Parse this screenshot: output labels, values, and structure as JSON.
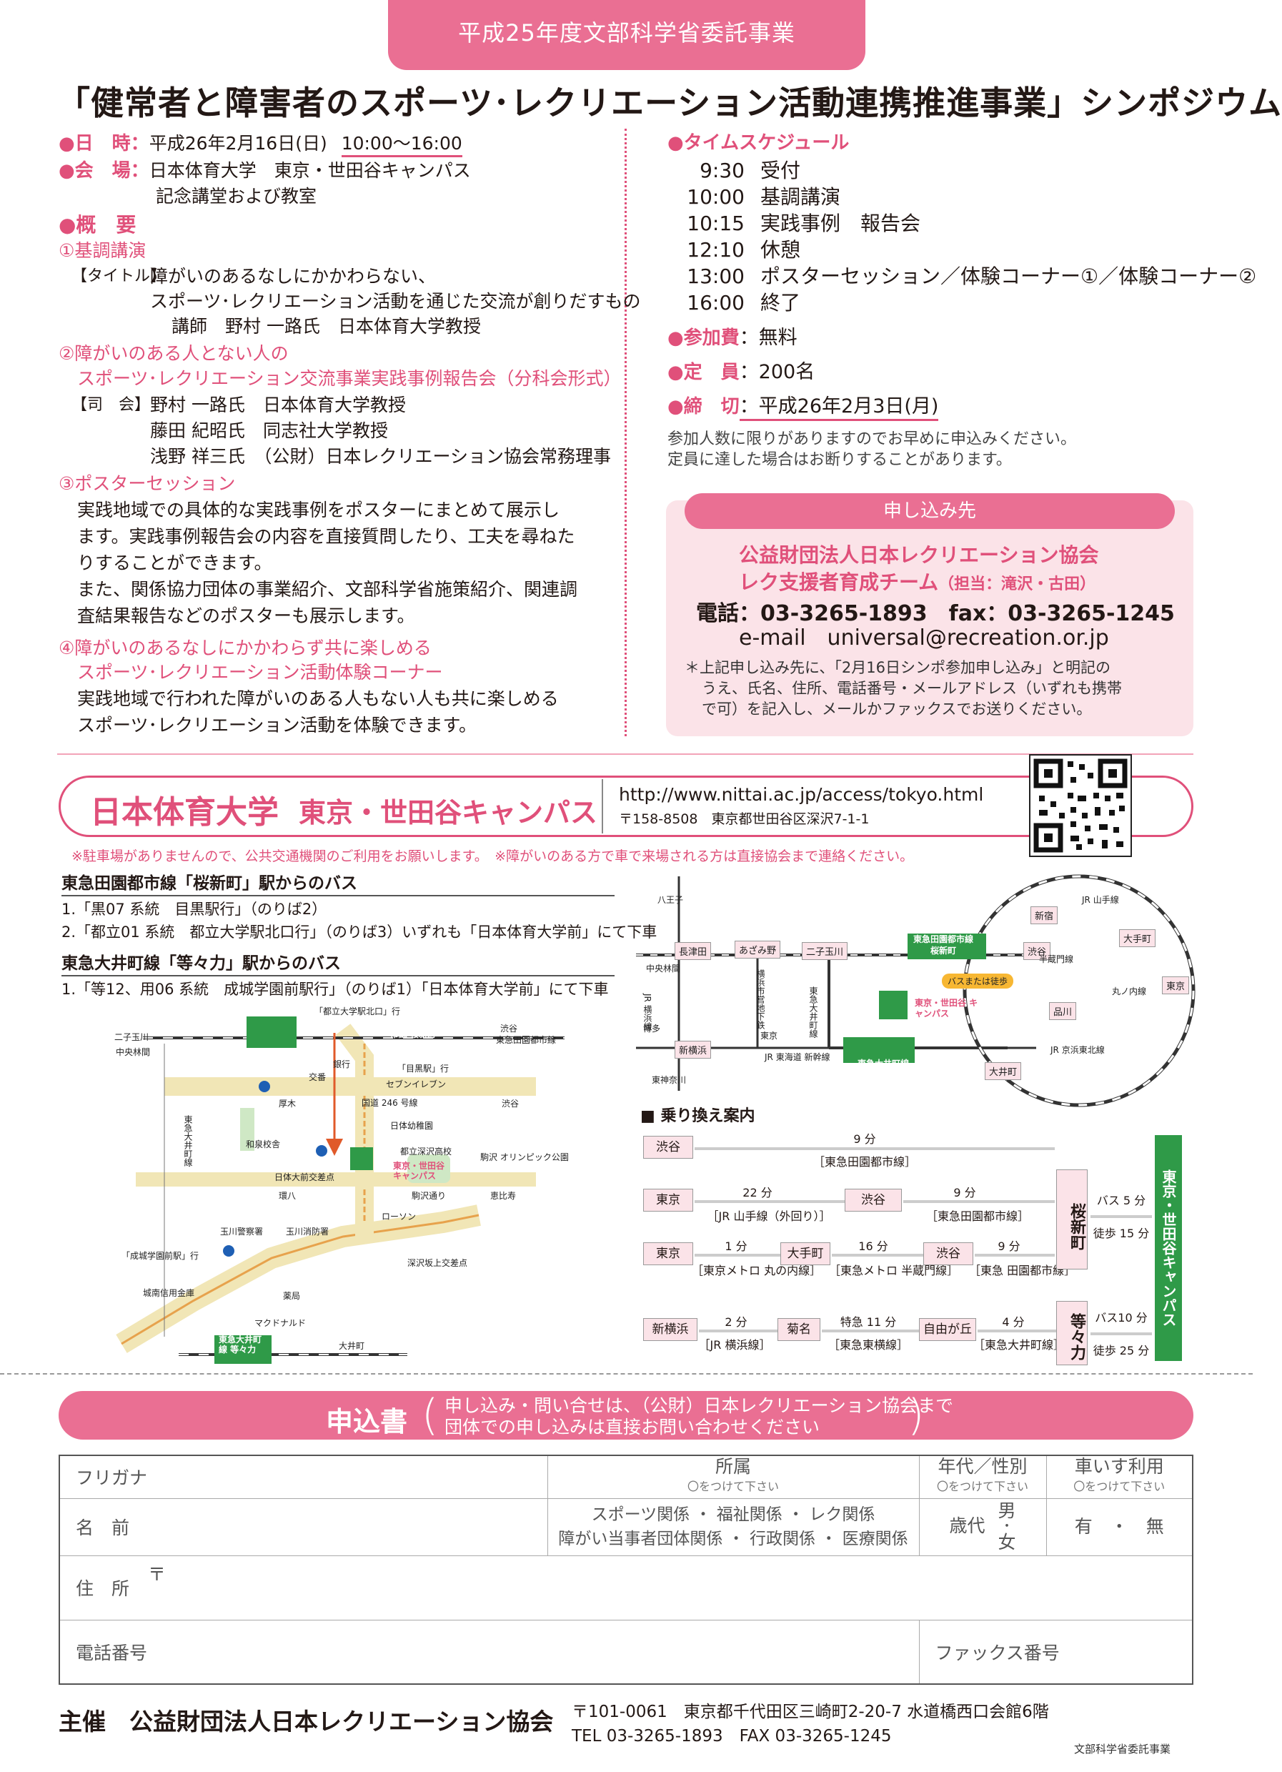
{
  "top_tab": "平成25年度文部科学省委託事業",
  "title": "「健常者と障害者のスポーツ･レクリエーション活動連携推進事業」シンポジウム",
  "left": {
    "date_label": "●日　時：",
    "date_value": "平成26年2月16日(日)",
    "time_value": "10:00～16:00",
    "venue_label": "●会　場：",
    "venue_value": "日本体育大学　東京・世田谷キャンパス",
    "venue_value2": "記念講堂および教室",
    "overview_label": "●概　要",
    "s1_head": "①基調講演",
    "s1_title_tag": "【タイトル】",
    "s1_title1": "障がいのあるなしにかかわらない、",
    "s1_title2": "スポーツ･レクリエーション活動を通じた交流が創りだすもの",
    "s1_lecturer": "講師　野村 一路氏　日本体育大学教授",
    "s2_head1": "②障がいのある人とない人の",
    "s2_head2": "スポーツ･レクリエーション交流事業実践事例報告会（分科会形式）",
    "s2_tag": "【司　会】",
    "s2_p1": "野村 一路氏　日本体育大学教授",
    "s2_p2": "藤田 紀昭氏　同志社大学教授",
    "s2_p3": "浅野 祥三氏　（公財）日本レクリエーション協会常務理事",
    "s3_head": "③ポスターセッション",
    "s3_l1": "実践地域での具体的な実践事例をポスターにまとめて展示し",
    "s3_l2": "ます。実践事例報告会の内容を直接質問したり、工夫を尋ねた",
    "s3_l3": "りすることができます。",
    "s3_l4": "また、関係協力団体の事業紹介、文部科学省施策紹介、関連調",
    "s3_l5": "査結果報告などのポスターも展示します。",
    "s4_head1": "④障がいのあるなしにかかわらず共に楽しめる",
    "s4_head2": "スポーツ･レクリエーション活動体験コーナー",
    "s4_l1": "実践地域で行われた障がいのある人もない人も共に楽しめる",
    "s4_l2": "スポーツ･レクリエーション活動を体験できます。"
  },
  "right": {
    "sched_label": "●タイムスケジュール",
    "schedule": [
      {
        "time": "9:30",
        "item": "受付"
      },
      {
        "time": "10:00",
        "item": "基調講演"
      },
      {
        "time": "10:15",
        "item": "実践事例　報告会"
      },
      {
        "time": "12:10",
        "item": "休憩"
      },
      {
        "time": "13:00",
        "item": "ポスターセッション／体験コーナー①／体験コーナー②"
      },
      {
        "time": "16:00",
        "item": "終了"
      }
    ],
    "fee_label": "●参加費",
    "fee_value": "：無料",
    "cap_label": "●定　員",
    "cap_value": "：200名",
    "deadline_label": "●締　切",
    "deadline_value": "：平成26年2月3日(月)",
    "note1": "参加人数に限りがありますのでお早めに申込みください。",
    "note2": "定員に達した場合はお断りすることがあります。",
    "contact_pill": "申し込み先",
    "org": "公益財団法人日本レクリエーション協会",
    "team": "レク支援者育成チーム",
    "team_sub": "（担当：滝沢・古田）",
    "phone": "電話：03-3265-1893　fax：03-3265-1245",
    "email": "e-mail　universal@recreation.or.jp",
    "c_note1": "＊上記申し込み先に、「2月16日シンポ参加申し込み」と明記の",
    "c_note2": "うえ、氏名、住所、電話番号・メールアドレス（いずれも携帯",
    "c_note3": "で可）を記入し、メールかファックスでお送りください。"
  },
  "campus": {
    "name": "日本体育大学",
    "sub": "東京・世田谷キャンパス",
    "url": "http://www.nittai.ac.jp/access/tokyo.html",
    "address": "〒158-8508　東京都世田谷区深沢7-1-1",
    "notice": "※駐車場がありませんので、公共交通機関のご利用をお願いします。　※障がいのある方で車で来場される方は直接協会まで連絡ください。"
  },
  "bus": {
    "h1": "東急田園都市線「桜新町」駅からのバス",
    "i1": "1.「黒07 系統　目黒駅行」（のりば2）",
    "i2": "2.「都立01 系統　都立大学駅北口行」（のりば3）いずれも「日本体育大学前」にて下車",
    "h2": "東急大井町線「等々力」駅からのバス",
    "i3": "1.「等12、用06 系統　成城学園前駅行」（のりば1）「日本体育大学前」にて下車"
  },
  "local_map": {
    "labels": [
      "二子玉川",
      "中央林間",
      "「都立大学駅北口」行",
      "東急田園都市線 桜新町",
      "渋谷",
      "東急田園都市線",
      "銀行",
      "交番",
      "「目黒駅」行",
      "セブンイレブン",
      "厚木",
      "国道 246 号線",
      "渋谷",
      "日体幼稚園",
      "和泉校舎",
      "都立深沢高校",
      "駒沢 オリンピック公園",
      "日体大前交差点",
      "東京・世田谷 キャンパス",
      "環八",
      "駒沢通り",
      "恵比寿",
      "ローソン",
      "玉川警察署",
      "玉川消防署",
      "「成城学園前駅」行",
      "深沢坂上交差点",
      "城南信用金庫",
      "薬局",
      "マクドナルド",
      "東急大井町線 等々力",
      "大井町",
      "東急大井町線"
    ]
  },
  "rail_map": {
    "labels": [
      "八王子",
      "長津田",
      "あざみ野",
      "二子玉川",
      "東急田園都市線 桜新町",
      "渋谷",
      "新宿",
      "JR 山手線",
      "大手町",
      "中央林間",
      "JR 横浜線",
      "横浜市営地下鉄",
      "東急大井町線",
      "半蔵門線",
      "バスまたは徒歩",
      "東京・世田谷 キャンパス",
      "丸ノ内線",
      "東京",
      "品川",
      "JR 京浜東北線",
      "博多",
      "新横浜",
      "東京",
      "JR 東海道 新幹線",
      "東神奈川",
      "東急大井町線 等々力",
      "大井町"
    ]
  },
  "transfer": {
    "title": "■ 乗り換え案内",
    "r1": {
      "from": "渋谷",
      "min": "9 分",
      "line": "［東急田園都市線］"
    },
    "r2": {
      "from": "東京",
      "m1": "22 分",
      "l1": "［JR 山手線（外回り）］",
      "mid": "渋谷",
      "m2": "9 分",
      "l2": "［東急田園都市線］"
    },
    "r3": {
      "from": "東京",
      "m1": "1 分",
      "l1": "［東京メトロ 丸の内線］",
      "mid1": "大手町",
      "m2": "16 分",
      "l2": "［東急メトロ 半蔵門線］",
      "mid2": "渋谷",
      "m3": "9 分",
      "l3": "［東急 田園都市線］"
    },
    "r4": {
      "from": "新横浜",
      "m1": "2 分",
      "l1": "［JR 横浜線］",
      "mid1": "菊名",
      "m2": "特急 11 分",
      "l2": "［東急東横線］",
      "mid2": "自由が丘",
      "m3": "4 分",
      "l3": "［東急大井町線］"
    },
    "sakura": "桜新町",
    "todo": "等々力",
    "campus": "東京・世田谷キャンパス",
    "s_bus": "バス 5 分",
    "s_walk": "徒歩 15 分",
    "t_bus": "バス10 分",
    "t_walk": "徒歩 25 分"
  },
  "apply": {
    "title": "申込書",
    "note1": "申し込み・問い合せは、（公財）日本レクリエーション協会まで",
    "note2": "団体での申し込みは直接お問い合わせください"
  },
  "form": {
    "furigana": "フリガナ",
    "affil": "所属",
    "affil_sub": "〇をつけて下さい",
    "age": "年代／性別",
    "age_sub": "〇をつけて下さい",
    "wheel": "車いす利用",
    "wheel_sub": "〇をつけて下さい",
    "name": "名　前",
    "affil_opts1": "スポーツ関係 ・ 福祉関係 ・ レク関係",
    "affil_opts2": "障がい当事者団体関係 ・ 行政関係 ・ 医療関係",
    "age_unit": "歳代",
    "male": "男",
    "dot": "・",
    "female": "女",
    "wheel_opts": "有　・　無",
    "address": "住　所",
    "postal": "〒",
    "phone": "電話番号",
    "fax": "ファックス番号"
  },
  "footer": {
    "host": "主催　公益財団法人日本レクリエーション協会",
    "addr1": "〒101-0061　東京都千代田区三崎町2-20-7 水道橋西口会館6階",
    "addr2": "TEL 03-3265-1893　FAX 03-3265-1245",
    "small": "文部科学省委託事業"
  },
  "colors": {
    "accent": "#ea6f93",
    "accent_text": "#e0507a",
    "green": "#2f9a48",
    "panel": "#fbe3e8"
  }
}
